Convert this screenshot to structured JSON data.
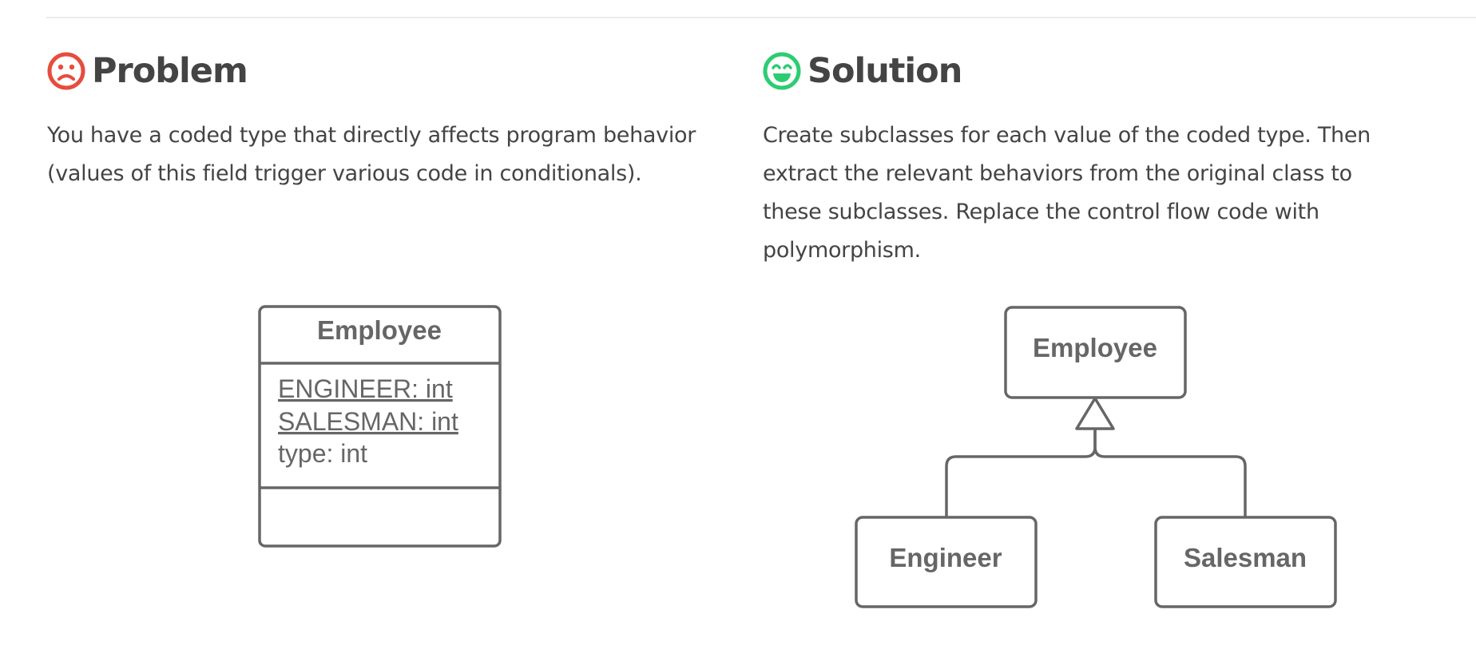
{
  "problem": {
    "title": "Problem",
    "text": "You have a coded type that directly affects program behavior (values of this field trigger various code in conditionals).",
    "icon": "sad-face-icon",
    "icon_color": "#e74c3c"
  },
  "solution": {
    "title": "Solution",
    "text": "Create subclasses for each value of the coded type. Then extract the relevant behaviors from the original class to these subclasses. Replace the control flow code with polymorphism.",
    "icon": "smiling-face-icon",
    "icon_color": "#2ecc71"
  },
  "problem_diagram": {
    "class_name": "Employee",
    "attributes": [
      "ENGINEER: int",
      "SALESMAN: int",
      "type: int"
    ]
  },
  "solution_diagram": {
    "parent": "Employee",
    "children": [
      "Engineer",
      "Salesman"
    ]
  },
  "colors": {
    "text": "#444444",
    "diagram_stroke": "#666666"
  }
}
